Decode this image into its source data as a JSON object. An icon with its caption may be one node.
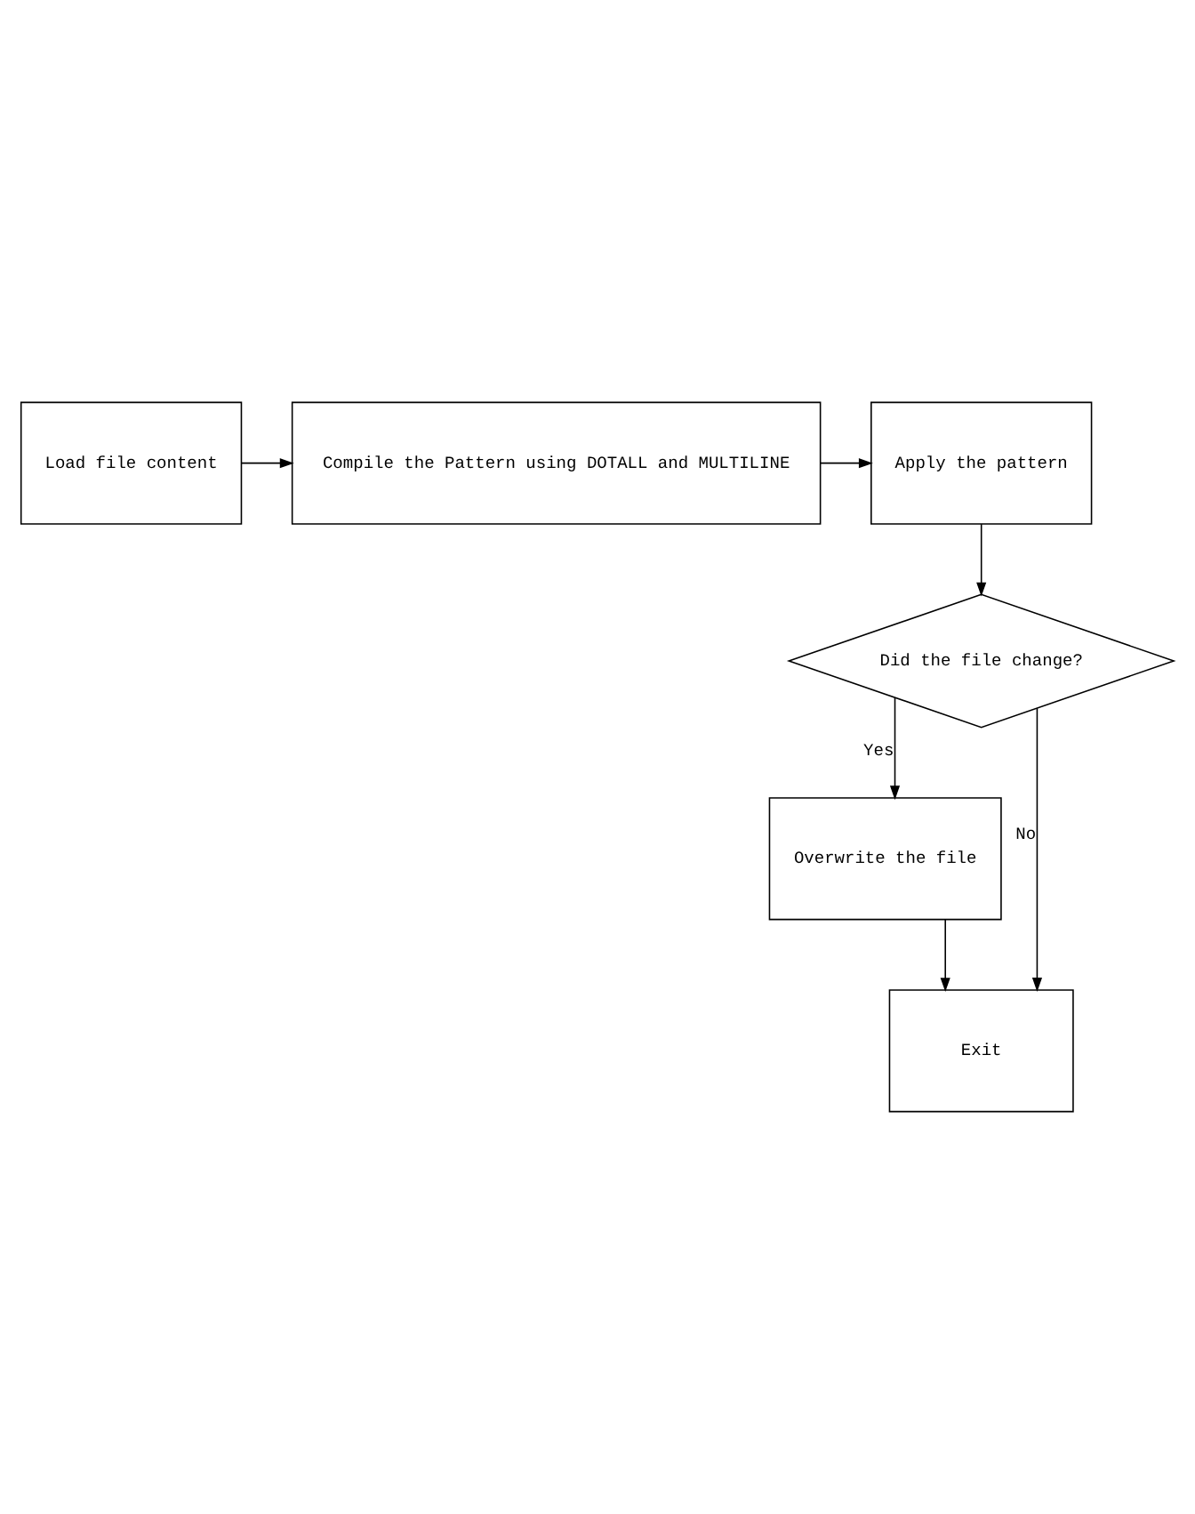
{
  "diagram": {
    "nodes": [
      {
        "text": [
          "Load file content"
        ]
      },
      {
        "text": [
          "Compile the Pattern using DOTALL and MULTILINE"
        ]
      },
      {
        "text": [
          "Apply the pattern"
        ]
      },
      {
        "text": [
          "Did the file change?"
        ]
      },
      {
        "text": [
          "Overwrite the file"
        ]
      },
      {
        "text": [
          "Exit"
        ]
      }
    ],
    "edges": [
      {
        "from": 0,
        "to": 1,
        "arrow": "to"
      },
      {
        "from": 1,
        "to": 2,
        "arrow": "to"
      },
      {
        "from": 2,
        "to": 3,
        "arrow": "to"
      },
      {
        "from": 3,
        "to": 4,
        "label": "Yes",
        "arrow": "to"
      },
      {
        "from": 3,
        "to": 5,
        "label": "No",
        "arrow": "to"
      },
      {
        "from": 4,
        "to": 5,
        "arrow": "to"
      }
    ]
  }
}
